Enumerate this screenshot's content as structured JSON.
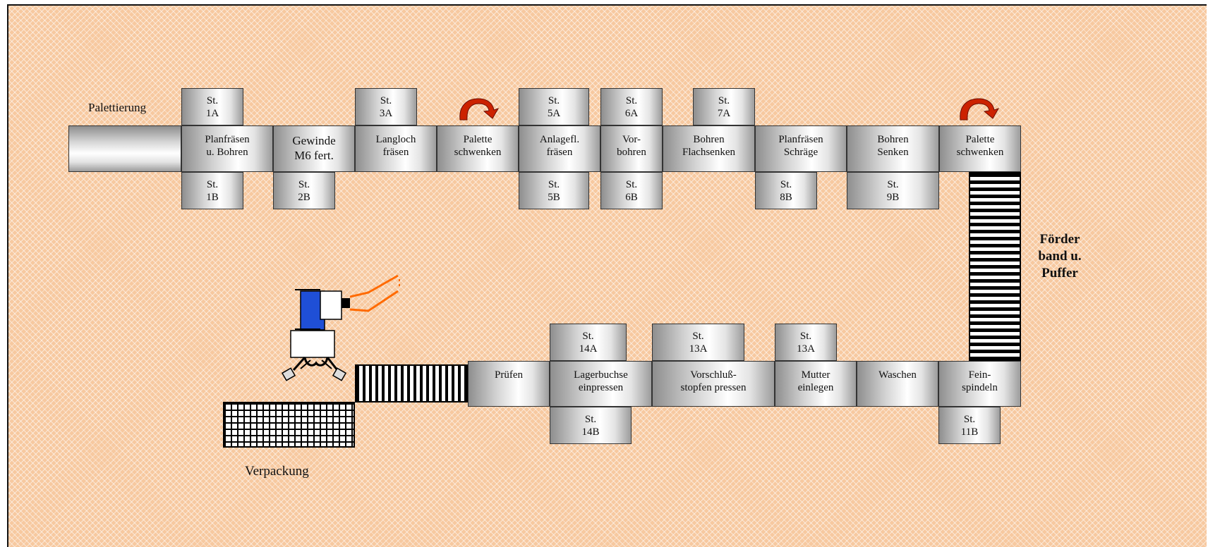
{
  "labels": {
    "palettierung": "Palettierung",
    "verpackung": "Verpackung",
    "buffer": "Förder\nband u.\nPuffer"
  },
  "top_line": {
    "main": [
      "Planfräsen\nu. Bohren",
      "Gewinde\nM6 fert.",
      "Langloch\nfräsen",
      "Palette\nschwenken",
      "Anlagefl.\nfräsen",
      "Vor-\nbohren",
      "Bohren\nFlachsenken",
      "Planfräsen\nSchräge",
      "Bohren\nSenken",
      "Palette\nschwenken"
    ],
    "stations_above": [
      "St.\n1A",
      "St.\n3A",
      "St.\n5A",
      "St.\n6A",
      "St.\n7A"
    ],
    "stations_below": [
      "St.\n1B",
      "St.\n2B",
      "St.\n5B",
      "St.\n6B",
      "St.\n8B",
      "St.\n9B"
    ]
  },
  "bottom_line": {
    "main": [
      "Prüfen",
      "Lagerbuchse\neinpressen",
      "Vorschluß-\nstopfen pressen",
      "Mutter\neinlegen",
      "Waschen",
      "Fein-\nspindeln"
    ],
    "stations_above": [
      "St.\n14A",
      "St.\n13A",
      "St.\n13A"
    ],
    "stations_below": [
      "St.\n14B",
      "St.\n11B"
    ]
  },
  "colors": {
    "background": "#f7c9a0",
    "rotate_arrow": "#cc2200",
    "robot_body": "#1f4fd6",
    "robot_arm": "#ff6a00"
  },
  "icons": [
    "rotate-arrow-icon",
    "robot-icon"
  ]
}
